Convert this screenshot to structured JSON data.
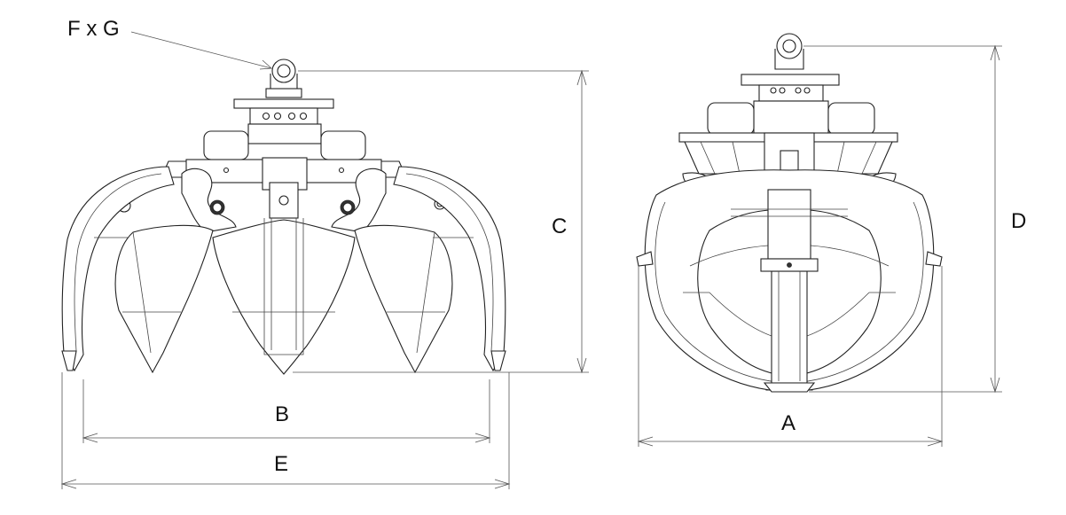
{
  "labels": {
    "a": "A",
    "b": "B",
    "c": "C",
    "d": "D",
    "e": "E",
    "fg": "F x G"
  },
  "colors": {
    "line": "#222222",
    "dimension": "#555555",
    "background": "#ffffff"
  }
}
